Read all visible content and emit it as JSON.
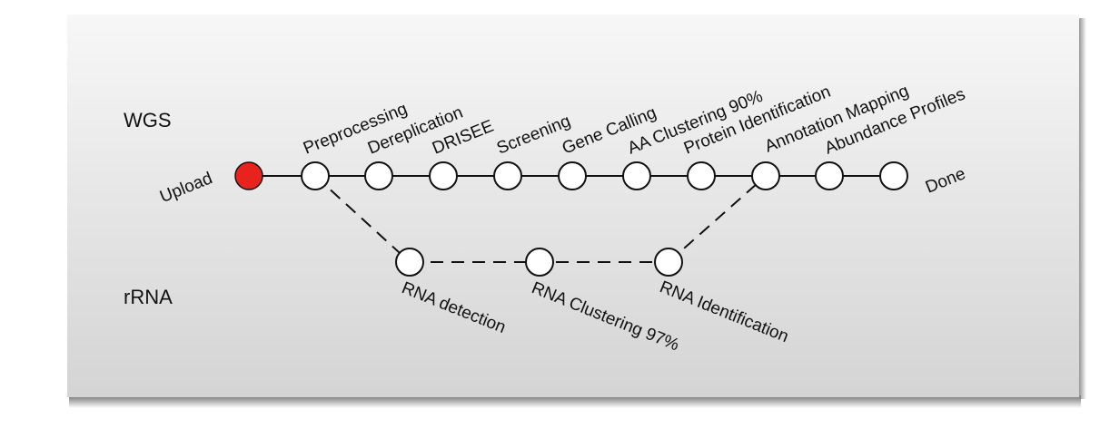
{
  "rows": {
    "wgs": "WGS",
    "rrna": "rRNA"
  },
  "main_pipeline": {
    "start": "Upload",
    "steps": [
      "Preprocessing",
      "Dereplication",
      "DRISEE",
      "Screening",
      "Gene Calling",
      "AA Clustering 90%",
      "Protein Identification",
      "Annotation Mapping",
      "Abundance Profiles"
    ],
    "end": "Done"
  },
  "rrna_pipeline": {
    "steps": [
      "RNA  detection",
      "RNA Clustering 97%",
      "RNA Identification"
    ]
  },
  "colors": {
    "upload_node": "#e8231d",
    "node_fill": "#ffffff",
    "line": "#111111"
  }
}
